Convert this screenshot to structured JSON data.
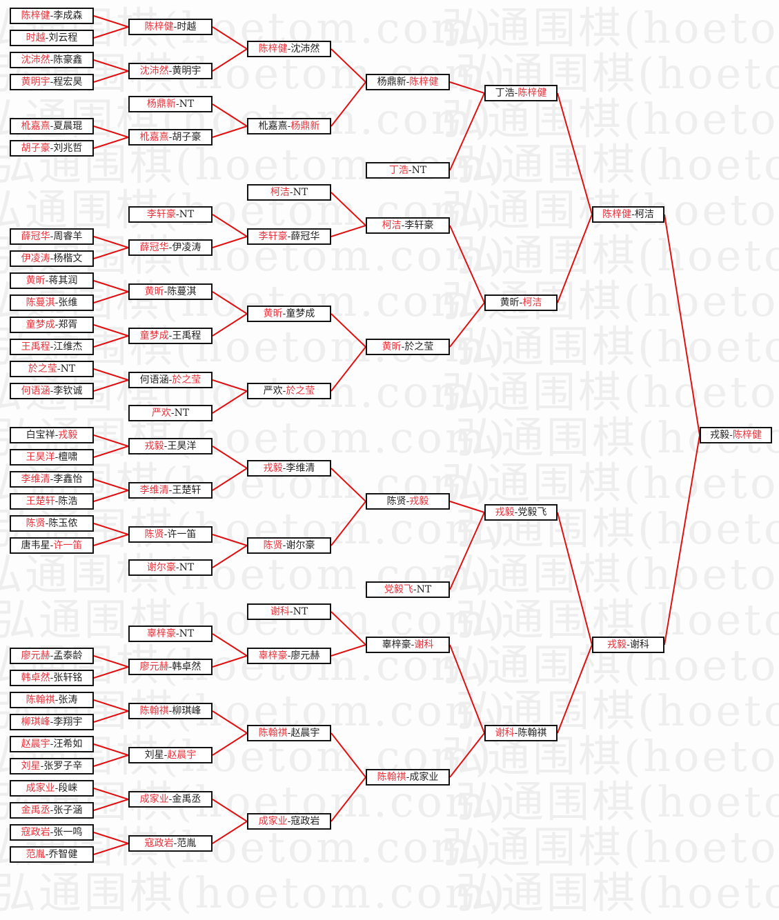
{
  "watermark": "弘通围棋(hoetom.com)",
  "colors": {
    "winner": "#e8313a",
    "line": "#e01010",
    "border": "#111111",
    "text": "#222222"
  },
  "bracket": {
    "columns": [
      {
        "round": 1,
        "matches": [
          {
            "row": 0,
            "a": "陈梓健",
            "b": "李成森",
            "winner": "a"
          },
          {
            "row": 1,
            "a": "时越",
            "b": "刘云程",
            "winner": "a"
          },
          {
            "row": 2,
            "a": "沈沛然",
            "b": "陈豪鑫",
            "winner": "a"
          },
          {
            "row": 3,
            "a": "黄明宇",
            "b": "程宏昊",
            "winner": "a"
          },
          {
            "row": 5,
            "a": "杹嘉熹",
            "b": "夏晨琨",
            "winner": "a"
          },
          {
            "row": 6,
            "a": "胡子豪",
            "b": "刘兆哲",
            "winner": "a"
          },
          {
            "row": 10,
            "a": "薛冠华",
            "b": "周睿羊",
            "winner": "a"
          },
          {
            "row": 11,
            "a": "伊凌涛",
            "b": "杨楷文",
            "winner": "a"
          },
          {
            "row": 12,
            "a": "黄昕",
            "b": "蒋其润",
            "winner": "a"
          },
          {
            "row": 13,
            "a": "陈蔓淇",
            "b": "张维",
            "winner": "a"
          },
          {
            "row": 14,
            "a": "童梦成",
            "b": "郑胥",
            "winner": "a"
          },
          {
            "row": 15,
            "a": "王禹程",
            "b": "江维杰",
            "winner": "a"
          },
          {
            "row": 16,
            "a": "於之莹",
            "b": "NT",
            "winner": "a"
          },
          {
            "row": 17,
            "a": "何语涵",
            "b": "李钦诚",
            "winner": "a"
          },
          {
            "row": 19,
            "a": "白宝祥",
            "b": "戎毅",
            "winner": "b"
          },
          {
            "row": 20,
            "a": "王昊洋",
            "b": "檀啸",
            "winner": "a"
          },
          {
            "row": 21,
            "a": "李维清",
            "b": "李鑫怡",
            "winner": "a"
          },
          {
            "row": 22,
            "a": "王楚轩",
            "b": "陈浩",
            "winner": "a"
          },
          {
            "row": 23,
            "a": "陈贤",
            "b": "陈玉侬",
            "winner": "a"
          },
          {
            "row": 24,
            "a": "唐韦星",
            "b": "许一笛",
            "winner": "b"
          },
          {
            "row": 29,
            "a": "廖元赫",
            "b": "孟泰龄",
            "winner": "a"
          },
          {
            "row": 30,
            "a": "韩卓然",
            "b": "张轩铭",
            "winner": "a"
          },
          {
            "row": 31,
            "a": "陈翰祺",
            "b": "张涛",
            "winner": "a"
          },
          {
            "row": 32,
            "a": "柳琪峰",
            "b": "李翔宇",
            "winner": "a"
          },
          {
            "row": 33,
            "a": "赵晨宇",
            "b": "汪希如",
            "winner": "a"
          },
          {
            "row": 34,
            "a": "刘星",
            "b": "张罗子辛",
            "winner": "a"
          },
          {
            "row": 35,
            "a": "成家业",
            "b": "段崃",
            "winner": "a"
          },
          {
            "row": 36,
            "a": "金禹丞",
            "b": "张子涵",
            "winner": "a"
          },
          {
            "row": 37,
            "a": "寇政岩",
            "b": "张一鸣",
            "winner": "a"
          },
          {
            "row": 38,
            "a": "范胤",
            "b": "乔智健",
            "winner": "a"
          }
        ]
      },
      {
        "round": 2,
        "matches": [
          {
            "row": 0.5,
            "a": "陈梓健",
            "b": "时越",
            "winner": "a"
          },
          {
            "row": 2.5,
            "a": "沈沛然",
            "b": "黄明宇",
            "winner": "a"
          },
          {
            "row": 4,
            "a": "杨鼎新",
            "b": "NT",
            "winner": "a"
          },
          {
            "row": 5.5,
            "a": "杹嘉熹",
            "b": "胡子豪",
            "winner": "a"
          },
          {
            "row": 9,
            "a": "李轩豪",
            "b": "NT",
            "winner": "a"
          },
          {
            "row": 10.5,
            "a": "薛冠华",
            "b": "伊凌涛",
            "winner": "a"
          },
          {
            "row": 12.5,
            "a": "黄昕",
            "b": "陈蔓淇",
            "winner": "a"
          },
          {
            "row": 14.5,
            "a": "童梦成",
            "b": "王禹程",
            "winner": "a"
          },
          {
            "row": 16.5,
            "a": "何语涵",
            "b": "於之莹",
            "winner": "b"
          },
          {
            "row": 18,
            "a": "严欢",
            "b": "NT",
            "winner": "a"
          },
          {
            "row": 19.5,
            "a": "戎毅",
            "b": "王昊洋",
            "winner": "a"
          },
          {
            "row": 21.5,
            "a": "李维清",
            "b": "王楚轩",
            "winner": "a"
          },
          {
            "row": 23.5,
            "a": "陈贤",
            "b": "许一笛",
            "winner": "a"
          },
          {
            "row": 25,
            "a": "谢尔豪",
            "b": "NT",
            "winner": "a"
          },
          {
            "row": 28,
            "a": "辜梓豪",
            "b": "NT",
            "winner": "a"
          },
          {
            "row": 29.5,
            "a": "廖元赫",
            "b": "韩卓然",
            "winner": "a"
          },
          {
            "row": 31.5,
            "a": "陈翰祺",
            "b": "柳琪峰",
            "winner": "a"
          },
          {
            "row": 33.5,
            "a": "刘星",
            "b": "赵晨宇",
            "winner": "b"
          },
          {
            "row": 35.5,
            "a": "成家业",
            "b": "金禹丞",
            "winner": "a"
          },
          {
            "row": 37.5,
            "a": "寇政岩",
            "b": "范胤",
            "winner": "a"
          }
        ]
      },
      {
        "round": 3,
        "matches": [
          {
            "row": 1.5,
            "a": "陈梓健",
            "b": "沈沛然",
            "winner": "a"
          },
          {
            "row": 5,
            "a": "杹嘉熹",
            "b": "杨鼎新",
            "winner": "b"
          },
          {
            "row": 8,
            "a": "柯洁",
            "b": "NT",
            "winner": "a"
          },
          {
            "row": 10,
            "a": "李轩豪",
            "b": "薛冠华",
            "winner": "a"
          },
          {
            "row": 13.5,
            "a": "黄昕",
            "b": "童梦成",
            "winner": "a"
          },
          {
            "row": 17,
            "a": "严欢",
            "b": "於之莹",
            "winner": "b"
          },
          {
            "row": 20.5,
            "a": "戎毅",
            "b": "李维清",
            "winner": "a"
          },
          {
            "row": 24,
            "a": "陈贤",
            "b": "谢尔豪",
            "winner": "a"
          },
          {
            "row": 27,
            "a": "谢科",
            "b": "NT",
            "winner": "a"
          },
          {
            "row": 29,
            "a": "辜梓豪",
            "b": "廖元赫",
            "winner": "a"
          },
          {
            "row": 32.5,
            "a": "陈翰祺",
            "b": "赵晨宇",
            "winner": "a"
          },
          {
            "row": 36.5,
            "a": "成家业",
            "b": "寇政岩",
            "winner": "a"
          }
        ]
      },
      {
        "round": 4,
        "matches": [
          {
            "row": 3,
            "a": "杨鼎新",
            "b": "陈梓健",
            "winner": "b"
          },
          {
            "row": 7,
            "a": "丁浩",
            "b": "NT",
            "winner": "a"
          },
          {
            "row": 9.5,
            "a": "柯洁",
            "b": "李轩豪",
            "winner": "a"
          },
          {
            "row": 15,
            "a": "黄昕",
            "b": "於之莹",
            "winner": "a"
          },
          {
            "row": 22,
            "a": "陈贤",
            "b": "戎毅",
            "winner": "b"
          },
          {
            "row": 26,
            "a": "党毅飞",
            "b": "NT",
            "winner": "a"
          },
          {
            "row": 28.5,
            "a": "辜梓豪",
            "b": "谢科",
            "winner": "b"
          },
          {
            "row": 34.5,
            "a": "陈翰祺",
            "b": "成家业",
            "winner": "a"
          }
        ]
      },
      {
        "round": 5,
        "matches": [
          {
            "row": 3.5,
            "a": "丁浩",
            "b": "陈梓健",
            "winner": "b"
          },
          {
            "row": 13,
            "a": "黄昕",
            "b": "柯洁",
            "winner": "b"
          },
          {
            "row": 22.5,
            "a": "戎毅",
            "b": "党毅飞",
            "winner": "a"
          },
          {
            "row": 32.5,
            "a": "谢科",
            "b": "陈翰祺",
            "winner": "a"
          }
        ]
      },
      {
        "round": 6,
        "matches": [
          {
            "row": 9,
            "a": "陈梓健",
            "b": "柯洁",
            "winner": "a"
          },
          {
            "row": 28.5,
            "a": "戎毅",
            "b": "谢科",
            "winner": "a"
          }
        ]
      },
      {
        "round": 7,
        "matches": [
          {
            "row": 19,
            "a": "戎毅",
            "b": "陈梓健",
            "winner": "b"
          }
        ]
      }
    ],
    "links": [
      [
        0,
        0,
        1,
        0
      ],
      [
        0,
        1,
        1,
        0
      ],
      [
        0,
        2,
        1,
        1
      ],
      [
        0,
        3,
        1,
        1
      ],
      [
        0,
        4,
        1,
        3
      ],
      [
        0,
        5,
        1,
        3
      ],
      [
        0,
        6,
        1,
        5
      ],
      [
        0,
        7,
        1,
        5
      ],
      [
        0,
        8,
        1,
        6
      ],
      [
        0,
        9,
        1,
        6
      ],
      [
        0,
        10,
        1,
        7
      ],
      [
        0,
        11,
        1,
        7
      ],
      [
        0,
        12,
        1,
        8
      ],
      [
        0,
        13,
        1,
        8
      ],
      [
        0,
        14,
        1,
        10
      ],
      [
        0,
        15,
        1,
        10
      ],
      [
        0,
        16,
        1,
        11
      ],
      [
        0,
        17,
        1,
        11
      ],
      [
        0,
        18,
        1,
        12
      ],
      [
        0,
        19,
        1,
        12
      ],
      [
        0,
        20,
        1,
        15
      ],
      [
        0,
        21,
        1,
        15
      ],
      [
        0,
        22,
        1,
        16
      ],
      [
        0,
        23,
        1,
        16
      ],
      [
        0,
        24,
        1,
        17
      ],
      [
        0,
        25,
        1,
        17
      ],
      [
        0,
        26,
        1,
        18
      ],
      [
        0,
        27,
        1,
        18
      ],
      [
        0,
        28,
        1,
        19
      ],
      [
        0,
        29,
        1,
        19
      ],
      [
        1,
        0,
        2,
        0
      ],
      [
        1,
        1,
        2,
        0
      ],
      [
        1,
        2,
        2,
        1
      ],
      [
        1,
        3,
        2,
        1
      ],
      [
        1,
        4,
        2,
        3
      ],
      [
        1,
        5,
        2,
        3
      ],
      [
        1,
        6,
        2,
        4
      ],
      [
        1,
        7,
        2,
        4
      ],
      [
        1,
        8,
        2,
        5
      ],
      [
        1,
        9,
        2,
        5
      ],
      [
        1,
        10,
        2,
        6
      ],
      [
        1,
        11,
        2,
        6
      ],
      [
        1,
        12,
        2,
        7
      ],
      [
        1,
        13,
        2,
        7
      ],
      [
        1,
        14,
        2,
        9
      ],
      [
        1,
        15,
        2,
        9
      ],
      [
        1,
        16,
        2,
        10
      ],
      [
        1,
        17,
        2,
        10
      ],
      [
        1,
        18,
        2,
        11
      ],
      [
        1,
        19,
        2,
        11
      ],
      [
        2,
        0,
        3,
        0
      ],
      [
        2,
        1,
        3,
        0
      ],
      [
        2,
        2,
        3,
        2
      ],
      [
        2,
        3,
        3,
        2
      ],
      [
        2,
        4,
        3,
        3
      ],
      [
        2,
        5,
        3,
        3
      ],
      [
        2,
        6,
        3,
        4
      ],
      [
        2,
        7,
        3,
        4
      ],
      [
        2,
        8,
        3,
        6
      ],
      [
        2,
        9,
        3,
        6
      ],
      [
        2,
        10,
        3,
        7
      ],
      [
        2,
        11,
        3,
        7
      ],
      [
        3,
        0,
        4,
        0
      ],
      [
        3,
        1,
        4,
        0
      ],
      [
        3,
        2,
        4,
        1
      ],
      [
        3,
        3,
        4,
        1
      ],
      [
        3,
        4,
        4,
        2
      ],
      [
        3,
        5,
        4,
        2
      ],
      [
        3,
        6,
        4,
        3
      ],
      [
        3,
        7,
        4,
        3
      ],
      [
        4,
        0,
        5,
        0
      ],
      [
        4,
        1,
        5,
        0
      ],
      [
        4,
        2,
        5,
        1
      ],
      [
        4,
        3,
        5,
        1
      ],
      [
        5,
        0,
        6,
        0
      ],
      [
        5,
        1,
        6,
        0
      ]
    ]
  }
}
